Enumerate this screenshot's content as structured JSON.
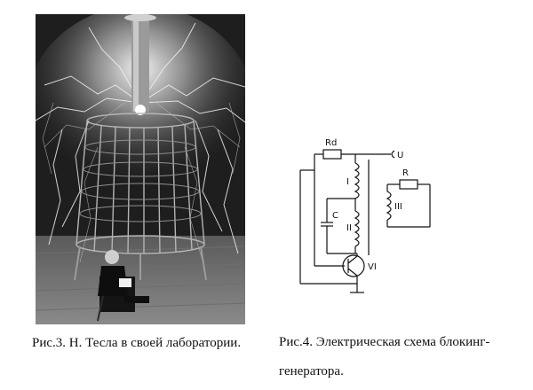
{
  "photo": {
    "caption": "Рис.3. Н. Тесла в своей лаборатории."
  },
  "circuit": {
    "caption": "Рис.4. Электрическая схема блокинг-генератора.",
    "labels": {
      "rd": "Rd",
      "u": "U",
      "winding1": "I",
      "winding2": "II",
      "winding3": "III",
      "r": "R",
      "c": "C",
      "transistor": "VI"
    }
  }
}
